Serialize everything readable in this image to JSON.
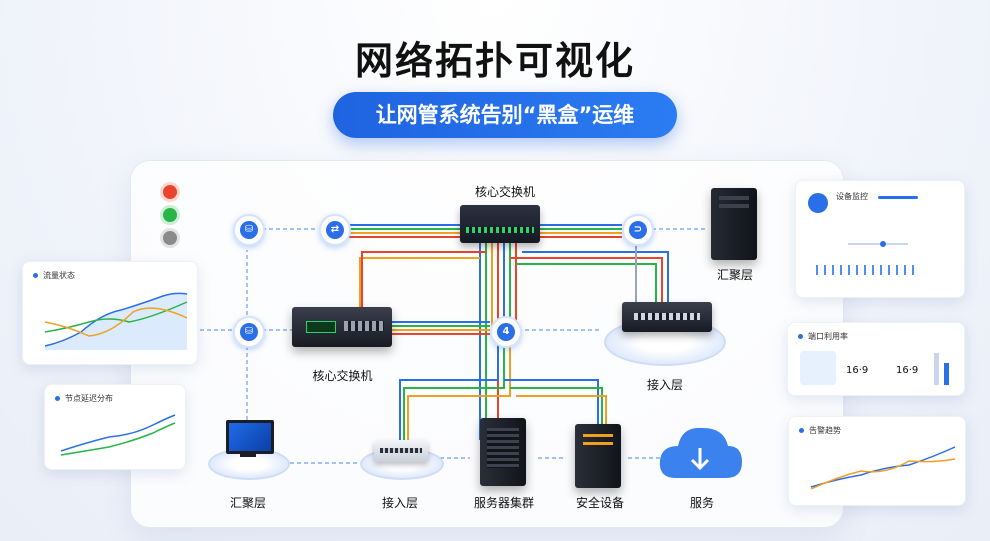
{
  "header": {
    "title": "网络拓扑可视化",
    "subtitle": "让网管系统告别“黑盒”运维"
  },
  "labels": {
    "core_top": "核心交换机",
    "core_left": "核心交换机",
    "agg_right": "汇聚层",
    "access_right": "接入层",
    "agg_bottom": "汇聚层",
    "access_bottom": "接入层",
    "servers": "服务器集群",
    "security": "安全设备",
    "service": "服务"
  },
  "nodes": {
    "hub_center": "4"
  },
  "status_lights": [
    "#e8452c",
    "#28b446",
    "#8a8a8a"
  ],
  "colors": {
    "accent": "#2b6fe8",
    "link_red": "#e8452c",
    "link_green": "#28b446",
    "link_orange": "#f0a020",
    "link_blue": "#2b6fe8",
    "link_gray": "#9aa3b2"
  },
  "cards": {
    "left_top": {
      "title": "流量状态"
    },
    "left_bottom": {
      "title": "节点延迟分布"
    },
    "right_top": {
      "title": "设备监控"
    },
    "right_mid": {
      "title": "端口利用率",
      "values": [
        "16·9",
        "16·9"
      ]
    },
    "right_bottom": {
      "title": "告警趋势"
    }
  }
}
